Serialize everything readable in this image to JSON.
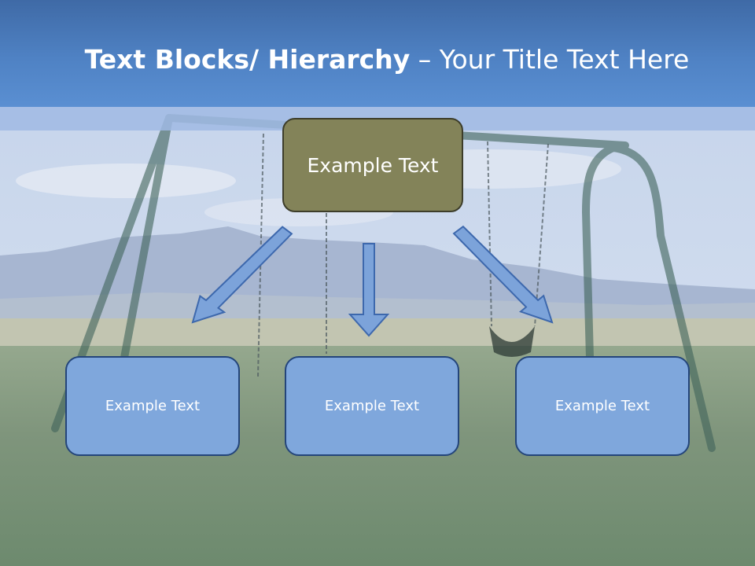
{
  "slide": {
    "title_bold": "Text Blocks/ Hierarchy",
    "title_rest": " – Your Title Text Here"
  },
  "diagram": {
    "root": {
      "label": "Example Text"
    },
    "children": [
      {
        "label": "Example Text"
      },
      {
        "label": "Example Text"
      },
      {
        "label": "Example Text"
      }
    ]
  },
  "colors": {
    "header": "#4f82c4",
    "root_fill": "#838359",
    "child_fill": "#7fa7dc",
    "arrow_fill": "#7ca3da",
    "arrow_stroke": "#3d68ad"
  }
}
